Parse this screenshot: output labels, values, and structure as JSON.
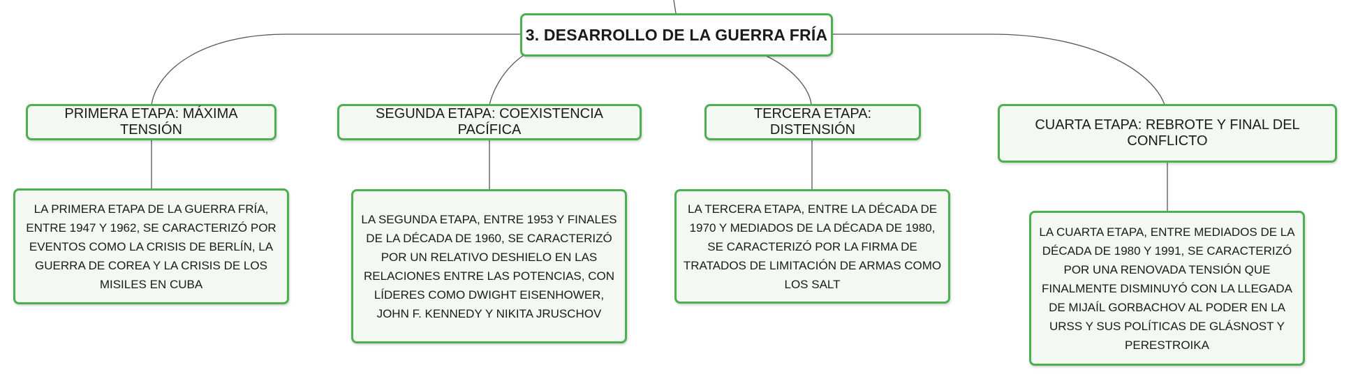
{
  "diagram": {
    "root": {
      "label": "3. DESARROLLO DE LA GUERRA FRÍA"
    },
    "stages": [
      {
        "title": "PRIMERA ETAPA: MÁXIMA TENSIÓN",
        "description": "LA PRIMERA ETAPA DE LA GUERRA FRÍA, ENTRE 1947 Y 1962, SE CARACTERIZÓ POR EVENTOS COMO LA CRISIS DE BERLÍN, LA GUERRA DE COREA Y LA CRISIS DE LOS MISILES EN CUBA"
      },
      {
        "title": "SEGUNDA ETAPA: COEXISTENCIA PACÍFICA",
        "description": "LA SEGUNDA ETAPA, ENTRE 1953 Y FINALES DE LA DÉCADA DE 1960, SE CARACTERIZÓ POR UN RELATIVO DESHIELO EN LAS RELACIONES ENTRE LAS POTENCIAS, CON LÍDERES COMO DWIGHT EISENHOWER, JOHN F. KENNEDY Y NIKITA JRUSCHOV"
      },
      {
        "title": "TERCERA ETAPA: DISTENSIÓN",
        "description": "LA TERCERA ETAPA, ENTRE LA DÉCADA DE 1970 Y MEDIADOS DE LA DÉCADA DE 1980, SE CARACTERIZÓ POR LA FIRMA DE TRATADOS DE LIMITACIÓN DE ARMAS COMO LOS SALT"
      },
      {
        "title": "CUARTA ETAPA: REBROTE Y FINAL DEL CONFLICTO",
        "description": "LA CUARTA ETAPA, ENTRE MEDIADOS DE LA DÉCADA DE 1980 Y 1991, SE CARACTERIZÓ POR UNA RENOVADA TENSIÓN QUE FINALMENTE DISMINUYÓ CON LA LLEGADA DE MIJAÍL GORBACHOV AL PODER EN LA URSS Y SUS POLÍTICAS DE GLÁSNOST Y PERESTROIKA"
      }
    ],
    "colors": {
      "border": "#4caf50",
      "fill": "#f3f8f3",
      "connector": "#555555"
    }
  }
}
